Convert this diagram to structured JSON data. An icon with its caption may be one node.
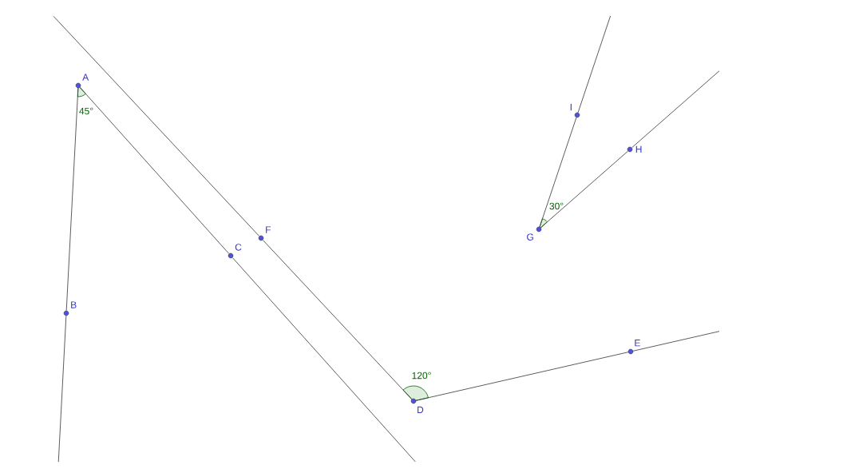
{
  "diagram": {
    "nodes": [
      {
        "text": [
          "A"
        ]
      },
      {
        "text": [
          "I"
        ]
      },
      {
        "text": [
          "H"
        ]
      },
      {
        "text": [
          "G"
        ]
      },
      {
        "text": [
          "F"
        ]
      },
      {
        "text": [
          "C"
        ]
      },
      {
        "text": [
          "B"
        ]
      },
      {
        "text": [
          "E"
        ]
      },
      {
        "text": [
          "D"
        ]
      }
    ],
    "edges": [
      {
        "from": 0,
        "to": 6,
        "arrow": "none"
      },
      {
        "from": 0,
        "to": 5,
        "arrow": "none"
      },
      {
        "from": 4,
        "to": 8,
        "arrow": "none"
      },
      {
        "from": 8,
        "to": 7,
        "arrow": "none"
      },
      {
        "from": 3,
        "to": 1,
        "arrow": "none"
      },
      {
        "from": 3,
        "to": 2,
        "arrow": "none"
      }
    ],
    "labels": [
      "45°",
      "30°",
      "120°"
    ]
  }
}
